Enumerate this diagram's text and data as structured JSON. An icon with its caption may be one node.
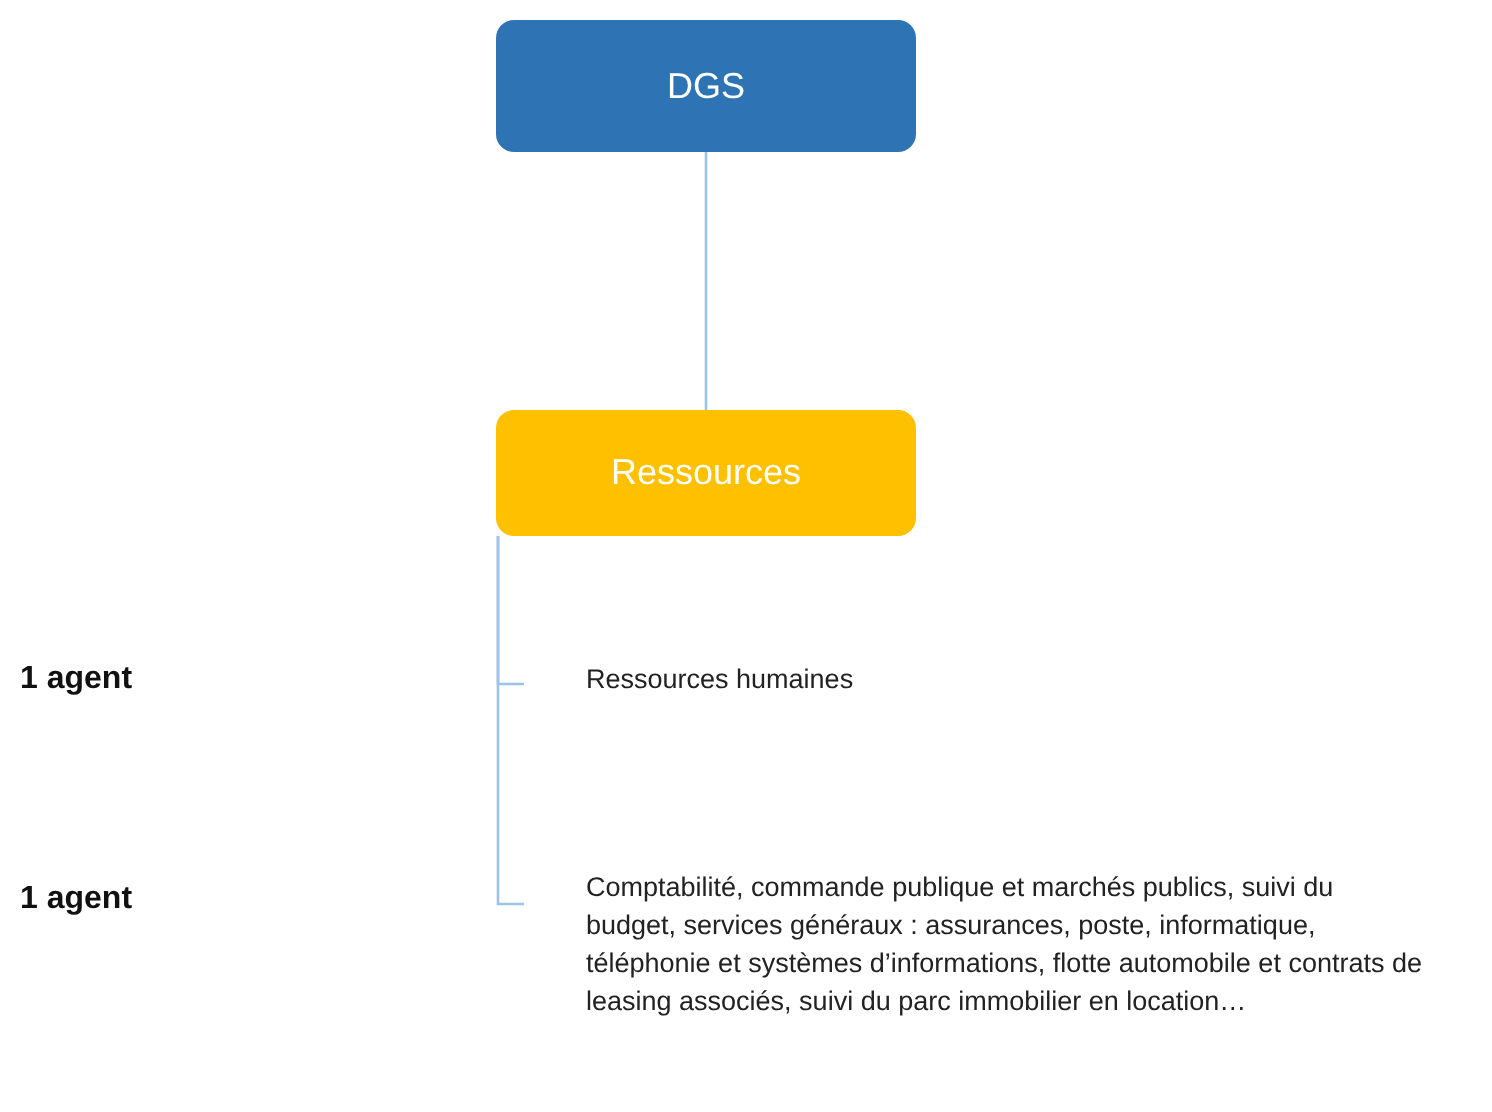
{
  "diagram": {
    "nodes": [
      {
        "text": [
          "DGS"
        ]
      },
      {
        "text": [
          "Ressources"
        ]
      },
      {
        "text": [
          "Ressources humaines"
        ]
      },
      {
        "text": [
          "Comptabilité, commande publique et marchés publics, suivi du budget, services généraux : assurances, poste, informatique, téléphonie et systèmes d’informations, flotte automobile et contrats de leasing  associés, suivi du parc immobilier en location…"
        ]
      }
    ],
    "edges": [
      {
        "from": 0,
        "to": 1,
        "arrow": "none"
      },
      {
        "from": 1,
        "to": 2,
        "arrow": "none"
      },
      {
        "from": 1,
        "to": 3,
        "arrow": "none"
      }
    ],
    "labels": [
      "1 agent",
      "1 agent"
    ]
  }
}
